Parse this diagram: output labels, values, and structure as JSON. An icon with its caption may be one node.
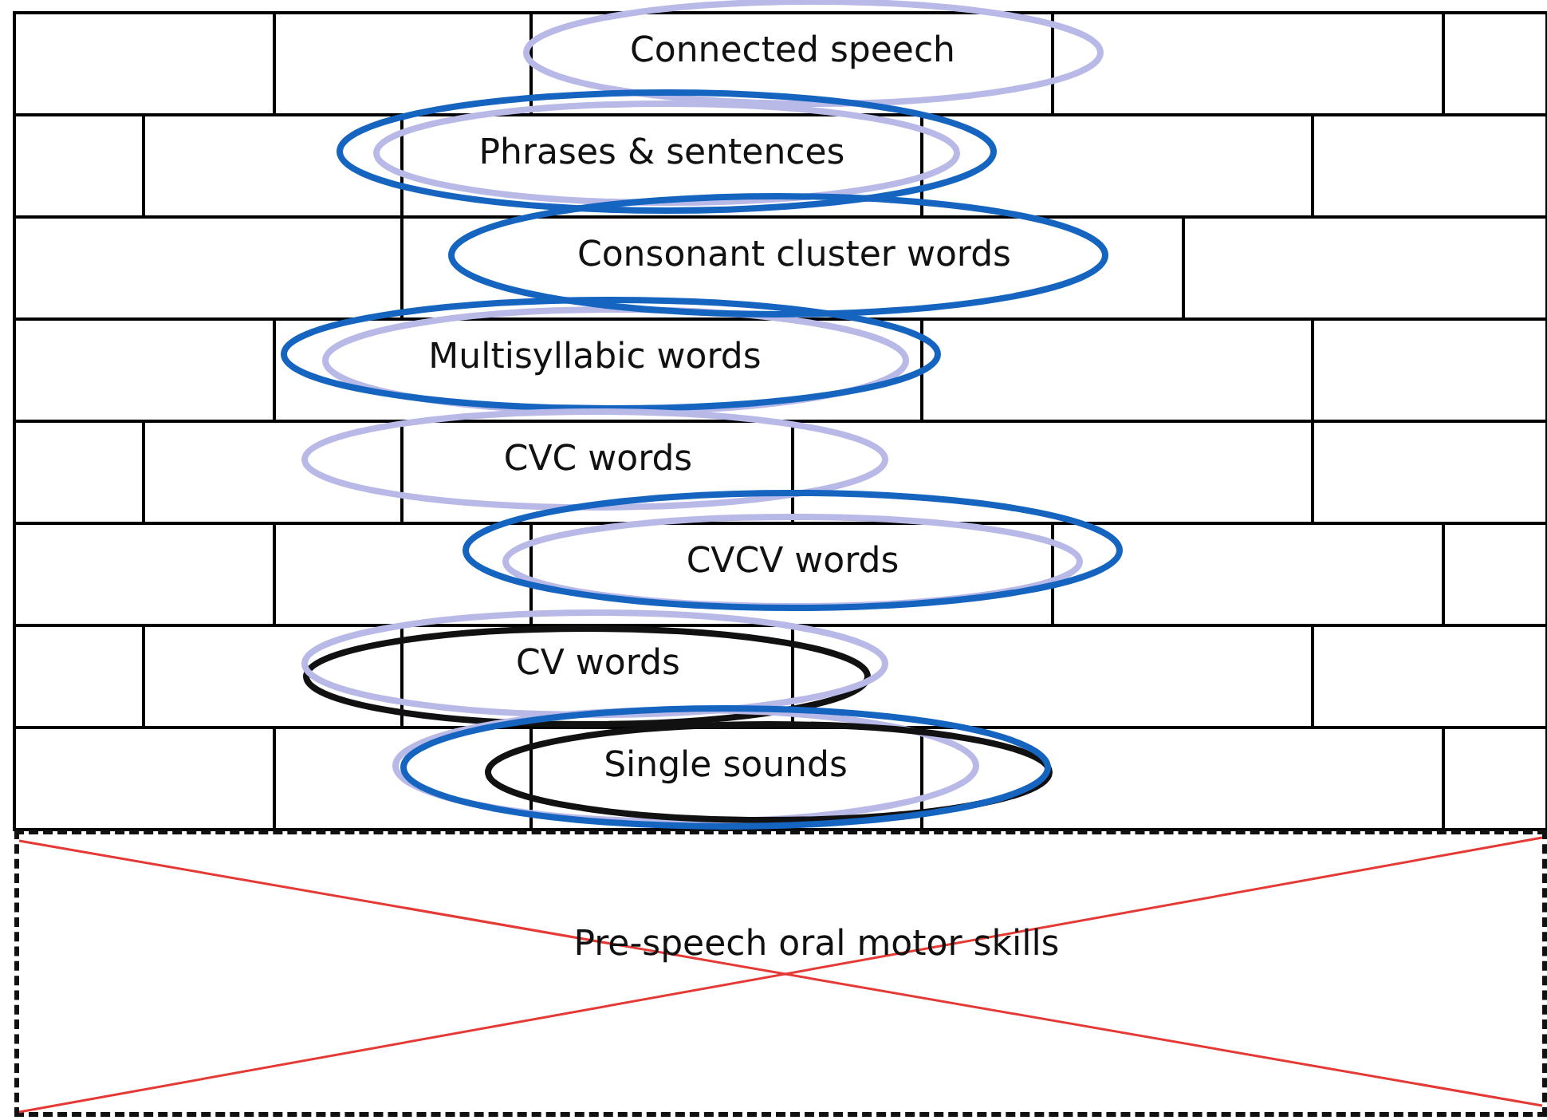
{
  "diagram": {
    "nodes": [
      {
        "text": [
          "Connected speech"
        ]
      },
      {
        "text": [
          "Phrases & sentences"
        ]
      },
      {
        "text": [
          "Consonant cluster words"
        ]
      },
      {
        "text": [
          "Multisyllabic words"
        ]
      },
      {
        "text": [
          "CVC words"
        ]
      },
      {
        "text": [
          "CVCV words"
        ]
      },
      {
        "text": [
          "CV words"
        ]
      },
      {
        "text": [
          "Single sounds"
        ]
      },
      {
        "text": [
          "Pre-speech oral motor skills"
        ]
      }
    ],
    "edges": []
  }
}
